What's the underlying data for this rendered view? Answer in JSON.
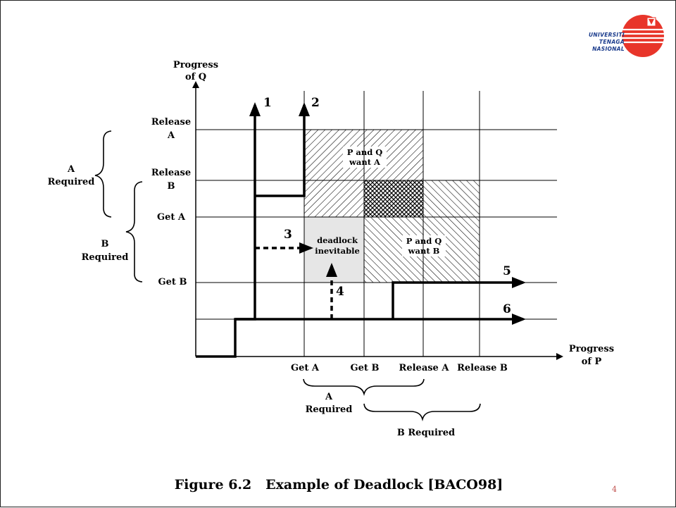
{
  "logo": {
    "lines": [
      "UNIVERSITI",
      "TENAGA",
      "NASIONAL"
    ],
    "colors": {
      "circle": "#e8352a",
      "text": "#1a3b8c"
    }
  },
  "axes": {
    "y_label": [
      "Progress",
      "of Q"
    ],
    "x_label": [
      "Progress",
      "of P"
    ],
    "y_ticks": [
      {
        "lines": [
          "Release",
          "A"
        ]
      },
      {
        "lines": [
          "Release",
          "B"
        ]
      },
      {
        "lines": [
          "Get A"
        ]
      },
      {
        "lines": [
          "Get B"
        ]
      }
    ],
    "x_ticks": [
      "Get A",
      "Get B",
      "Release A",
      "Release B"
    ]
  },
  "braces": {
    "a_required_left": [
      "A",
      "Required"
    ],
    "b_required_left": [
      "B",
      "Required"
    ],
    "a_required_bottom": [
      "A",
      "Required"
    ],
    "b_required_bottom": "B Required"
  },
  "regions": {
    "p_q_want_a": [
      "P and Q",
      "want A"
    ],
    "p_q_want_b": [
      "P and Q",
      "want B"
    ],
    "deadlock": [
      "deadlock",
      "inevitable"
    ]
  },
  "paths": [
    "1",
    "2",
    "3",
    "4",
    "5",
    "6"
  ],
  "caption": "Figure 6.2   Example of Deadlock [BACO98]",
  "page_number": "4"
}
